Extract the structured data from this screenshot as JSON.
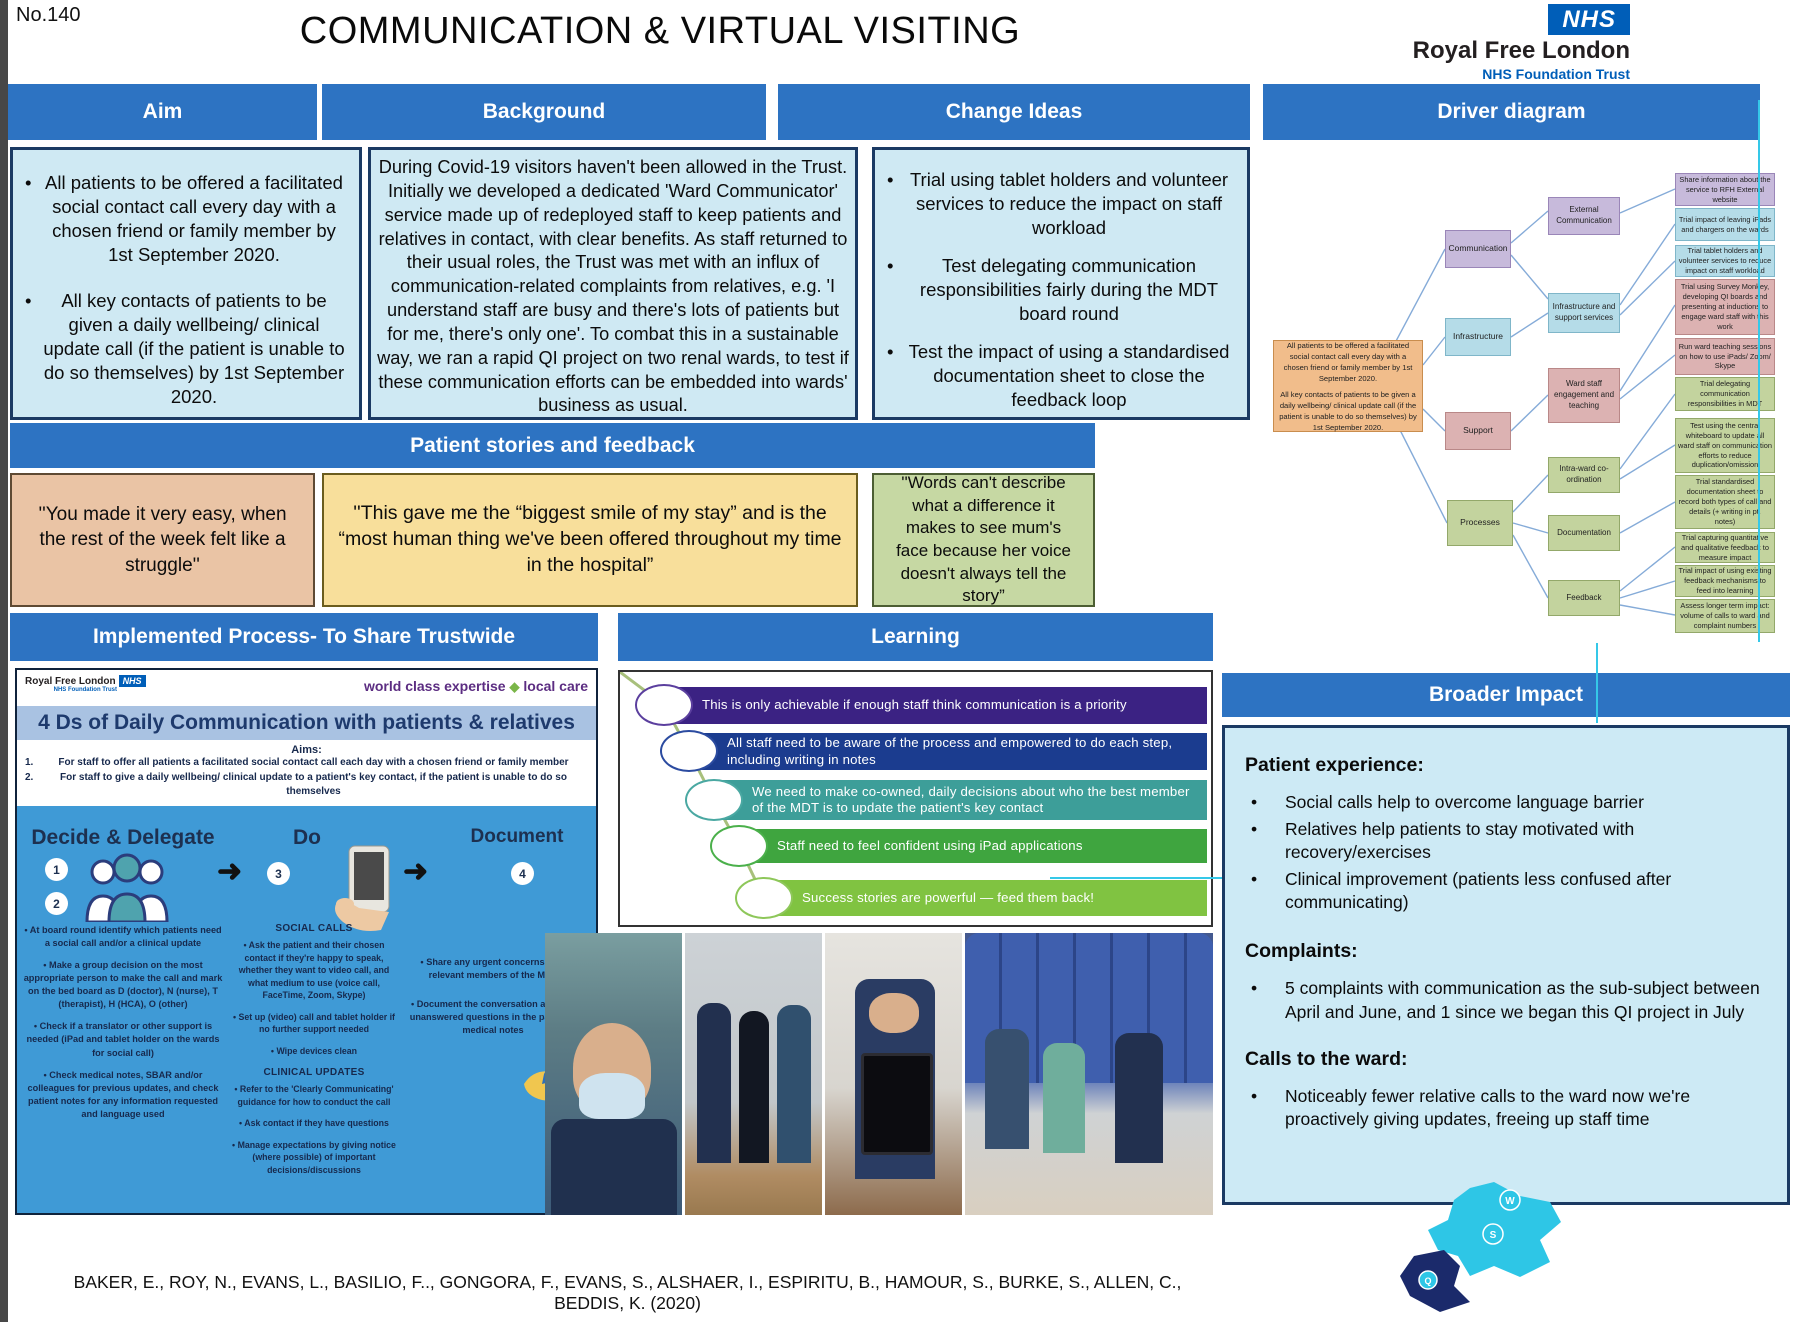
{
  "page": {
    "no": "No.140",
    "title": "COMMUNICATION & VIRTUAL VISITING"
  },
  "logo": {
    "nhs": "NHS",
    "org": "Royal Free London",
    "trust": "NHS Foundation Trust"
  },
  "aim": {
    "header": "Aim",
    "bullets": [
      "All patients to be offered a facilitated social contact call every day with a chosen friend or family member by 1st September 2020.",
      "All key contacts of patients to be given a daily wellbeing/ clinical update call (if the patient is unable to do so themselves) by 1st September 2020."
    ]
  },
  "background": {
    "header": "Background",
    "text": "During Covid-19 visitors haven't been allowed in the Trust. Initially we developed a dedicated 'Ward Communicator' service made up of redeployed staff to keep patients and relatives in contact, with clear benefits. As staff returned to their usual roles, the Trust was met with an influx of communication-related complaints from relatives, e.g. 'I understand staff are busy and there's lots of patients but for me, there's only one'. To combat this in a sustainable way, we ran a rapid QI project on two renal wards, to test if these communication efforts can be embedded into wards' business as usual."
  },
  "change_ideas": {
    "header": "Change Ideas",
    "bullets": [
      "Trial using tablet holders and volunteer services to reduce the impact on staff workload",
      "Test delegating communication responsibilities fairly during the MDT board round",
      "Test the impact of using a standardised documentation sheet to close the feedback loop"
    ]
  },
  "driver": {
    "header": "Driver diagram",
    "aim_box": {
      "p1": "All patients to be offered a facilitated social contact call every day with a chosen friend or family member by 1st September 2020.",
      "p2": "All key contacts of patients to be given a daily wellbeing/ clinical update call (if the patient is unable to do so themselves) by 1st September 2020."
    },
    "primary": [
      {
        "label": "Communication"
      },
      {
        "label": "Infrastructure"
      },
      {
        "label": "Support"
      },
      {
        "label": "Processes"
      }
    ],
    "secondary": [
      {
        "label": "External Communication"
      },
      {
        "label": "Infrastructure and support services"
      },
      {
        "label": "Ward staff engagement and teaching"
      },
      {
        "label": "Intra-ward co-ordination"
      },
      {
        "label": "Documentation"
      },
      {
        "label": "Feedback"
      }
    ],
    "ideas": [
      {
        "text": "Share information about the service to RFH External website"
      },
      {
        "text": "Trial impact of leaving iPads and chargers on the wards"
      },
      {
        "text": "Trial tablet holders and volunteer services to reduce impact on staff workload"
      },
      {
        "text": "Trial using Survey Monkey, developing QI boards and presenting at inductions to engage ward staff with this work"
      },
      {
        "text": "Run ward teaching sessions on how to use iPads/ Zoom/ Skype"
      },
      {
        "text": "Trial delegating communication responsibilities in MDT"
      },
      {
        "text": "Test using the central whiteboard to update all ward staff on communication efforts to reduce duplication/omission"
      },
      {
        "text": "Trial standardised documentation sheet to record both types of call and details (+ writing in pt. notes)"
      },
      {
        "text": "Trial capturing quantitative and qualitative feedback to measure impact"
      },
      {
        "text": "Trial impact of using existing feedback mechanisms to feed into learning"
      },
      {
        "text": "Assess longer term impact: volume of calls to ward and complaint numbers"
      }
    ]
  },
  "stories": {
    "header": "Patient stories and feedback",
    "quotes": [
      {
        "text": "''You made it very easy, when the rest of the week felt like a struggle''"
      },
      {
        "text": "''This gave me the “biggest smile of my stay” and is the “most human thing we've been offered throughout my time in the hospital”"
      },
      {
        "text": "''Words can't describe what a difference it makes to see mum's face because her voice doesn't always tell the story”"
      }
    ]
  },
  "process": {
    "header": "Implemented Process- To Share Trustwide",
    "info": {
      "logo_org": "Royal Free London",
      "logo_nhs": "NHS",
      "logo_trust": "NHS Foundation Trust",
      "slogan1": "world class expertise",
      "slogan2": "local care",
      "title": "4 Ds of Daily Communication with patients & relatives",
      "aims_label": "Aims:",
      "aims": [
        {
          "num": "1.",
          "text": "For staff to offer all patients a facilitated social contact call each day with a chosen friend or family member"
        },
        {
          "num": "2.",
          "text": "For staff to give a daily wellbeing/ clinical update to a patient's key contact, if the patient is unable to do so themselves"
        }
      ],
      "decide": {
        "title": "Decide & Delegate",
        "num1": "1",
        "num2": "2",
        "bullets": [
          "At board round identify which patients need a social call and/or a clinical update",
          "Make a group decision on the most appropriate person to make the call and mark on the bed board as D (doctor), N (nurse), T (therapist), H (HCA), O (other)",
          "Check if a translator or other support is needed (iPad and tablet holder on the wards for social call)",
          "Check medical notes, SBAR and/or colleagues for previous updates, and check patient notes for any information requested and language used"
        ]
      },
      "do": {
        "title": "Do",
        "num": "3",
        "social_header": "SOCIAL CALLS",
        "social": [
          "Ask the patient and their chosen contact if they're happy to speak, whether they want to video call, and what medium to use (voice call, FaceTime, Zoom, Skype)",
          "Set up (video) call and tablet holder if no further support needed",
          "Wipe devices clean"
        ],
        "clinical_header": "CLINICAL UPDATES",
        "clinical": [
          "Refer to the 'Clearly Communicating' guidance for how to conduct the call",
          "Ask contact if they have questions",
          "Manage expectations by giving notice (where possible) of important decisions/discussions"
        ]
      },
      "doc": {
        "title": "Document",
        "num": "4",
        "bullets": [
          "Share any urgent concerns with relevant members of the MDT",
          "Document the conversation and any unanswered questions in the patient's medical notes"
        ]
      }
    }
  },
  "learning": {
    "header": "Learning",
    "bars": [
      {
        "text": "This is only achievable if enough staff think communication is a priority",
        "color": "#3b2283"
      },
      {
        "text": "All staff need to be aware of the process and empowered to do each step, including writing in notes",
        "color": "#1b3c8f"
      },
      {
        "text": "We need to make co-owned, daily decisions about who the best member of the MDT is to update the patient's key contact",
        "color": "#3d9e99"
      },
      {
        "text": "Staff need to feel confident using iPad applications",
        "color": "#3fa53f"
      },
      {
        "text": "Success stories are powerful  — feed them back!",
        "color": "#80c341"
      }
    ]
  },
  "impact": {
    "header": "Broader Impact",
    "groups": [
      {
        "heading": "Patient experience:",
        "bullets": [
          "Social calls help to overcome language barrier",
          "Relatives help patients to stay motivated with recovery/exercises",
          "Clinical improvement (patients less confused after communicating)"
        ]
      },
      {
        "heading": "Complaints:",
        "bullets": [
          "5 complaints with communication as the sub-subject between April and June, and 1 since we began this QI project in July"
        ]
      },
      {
        "heading": "Calls to the ward:",
        "bullets": [
          "Noticeably fewer relative calls to the ward now we're proactively giving updates, freeing up staff time"
        ]
      }
    ]
  },
  "footer": {
    "authors": "BAKER, E., ROY, N., EVANS, L., BASILIO, F.., GONGORA, F., EVANS, S., ALSHAER, I., ESPIRITU, B., HAMOUR, S., BURKE, S., ALLEN, C., BEDDIS, K. (2020)"
  },
  "map": {
    "badges": [
      "W",
      "S",
      "Q"
    ]
  },
  "colors": {
    "header_blue": "#2d73c2",
    "panel_bg": "#cfe9f3",
    "quote_salmon": "#eac4a5",
    "quote_yellow": "#f8df9b",
    "quote_green": "#c6d8a3",
    "info_blue": "#3f9ad6",
    "navy": "#1f3864",
    "nhs_blue": "#005EB8",
    "node_orange": "#f1bd8b",
    "node_purple": "#c7badb",
    "node_blue": "#b5dce8",
    "node_pink": "#dcb2b2",
    "node_green": "#c3d39e",
    "cyan_line": "#35c8e8"
  }
}
